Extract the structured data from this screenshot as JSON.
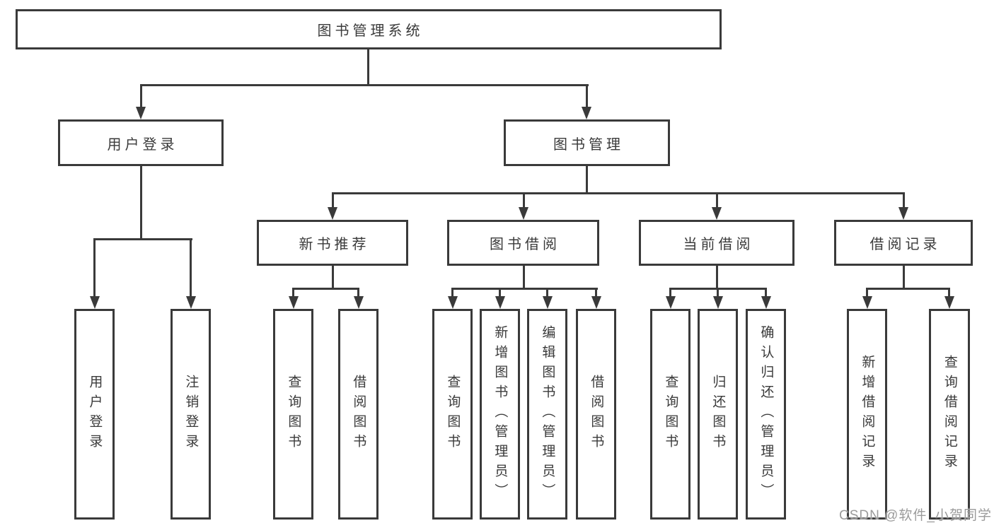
{
  "diagram": {
    "root": {
      "label": "图书管理系统"
    },
    "branches": [
      {
        "label": "用户登录",
        "leaves": [
          {
            "label": "用户登录"
          },
          {
            "label": "注销登录"
          }
        ]
      },
      {
        "label": "图书管理",
        "groups": [
          {
            "label": "新书推荐",
            "leaves": [
              {
                "label": "查询图书"
              },
              {
                "label": "借阅图书"
              }
            ]
          },
          {
            "label": "图书借阅",
            "leaves": [
              {
                "label": "查询图书"
              },
              {
                "label": "新增图书（管理员）"
              },
              {
                "label": "编辑图书（管理员）"
              },
              {
                "label": "借阅图书"
              }
            ]
          },
          {
            "label": "当前借阅",
            "leaves": [
              {
                "label": "查询图书"
              },
              {
                "label": "归还图书"
              },
              {
                "label": "确认归还（管理员）"
              }
            ]
          },
          {
            "label": "借阅记录",
            "leaves": [
              {
                "label": "新增借阅记录"
              },
              {
                "label": "查询借阅记录"
              }
            ]
          }
        ]
      }
    ]
  },
  "watermark": {
    "text": "CSDN @软件_小贺同学"
  },
  "colors": {
    "line": "#3a3a3a",
    "text": "#3a3a3a",
    "background": "#ffffff",
    "watermark": "#9b9b9b"
  }
}
